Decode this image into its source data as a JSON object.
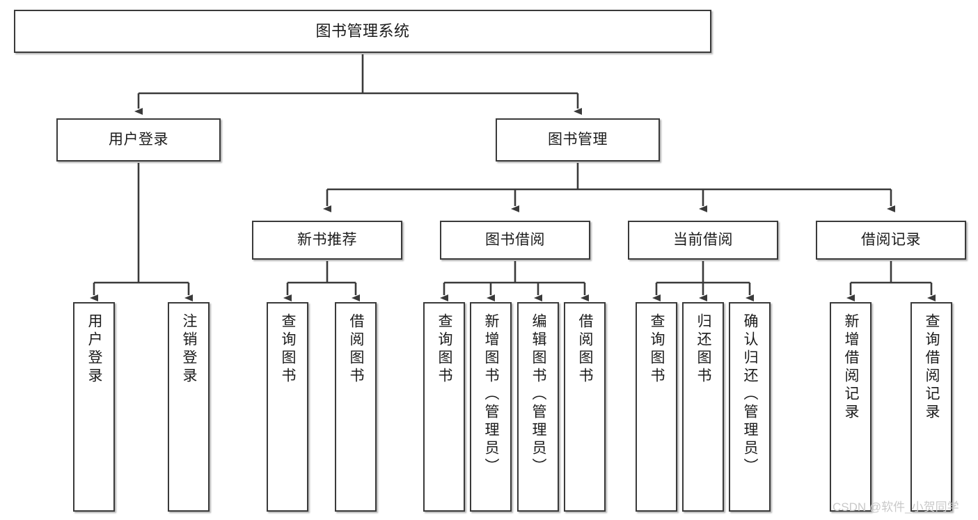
{
  "diagram": {
    "type": "hierarchy-tree",
    "title": "图书管理系统",
    "nodes": {
      "root": {
        "label": "图书管理系统"
      },
      "level2": [
        {
          "id": "user-login",
          "label": "用户登录"
        },
        {
          "id": "book-management",
          "label": "图书管理"
        }
      ],
      "level3": [
        {
          "id": "new-book-recommend",
          "label": "新书推荐"
        },
        {
          "id": "book-borrow",
          "label": "图书借阅"
        },
        {
          "id": "current-borrow",
          "label": "当前借阅"
        },
        {
          "id": "borrow-record",
          "label": "借阅记录"
        }
      ],
      "leaves": [
        {
          "id": "leaf-user-login",
          "label": "用户登录"
        },
        {
          "id": "leaf-logout-login",
          "label": "注销登录"
        },
        {
          "id": "leaf-query-book-1",
          "label": "查询图书"
        },
        {
          "id": "leaf-borrow-book-1",
          "label": "借阅图书"
        },
        {
          "id": "leaf-query-book-2",
          "label": "查询图书"
        },
        {
          "id": "leaf-add-book",
          "label": "新增图书（管理员）"
        },
        {
          "id": "leaf-edit-book",
          "label": "编辑图书（管理员）"
        },
        {
          "id": "leaf-borrow-book-2",
          "label": "借阅图书"
        },
        {
          "id": "leaf-query-book-3",
          "label": "查询图书"
        },
        {
          "id": "leaf-return-book",
          "label": "归还图书"
        },
        {
          "id": "leaf-confirm-return",
          "label": "确认归还（管理员）"
        },
        {
          "id": "leaf-add-record",
          "label": "新增借阅记录"
        },
        {
          "id": "leaf-query-record",
          "label": "查询借阅记录"
        }
      ]
    },
    "colors": {
      "stroke": "#3a3a3a",
      "fill": "#ffffff",
      "text": "#1b1b1b",
      "watermark": "#c9c9c9"
    }
  },
  "watermark": {
    "text": "CSDN @软件_小贺同学"
  }
}
